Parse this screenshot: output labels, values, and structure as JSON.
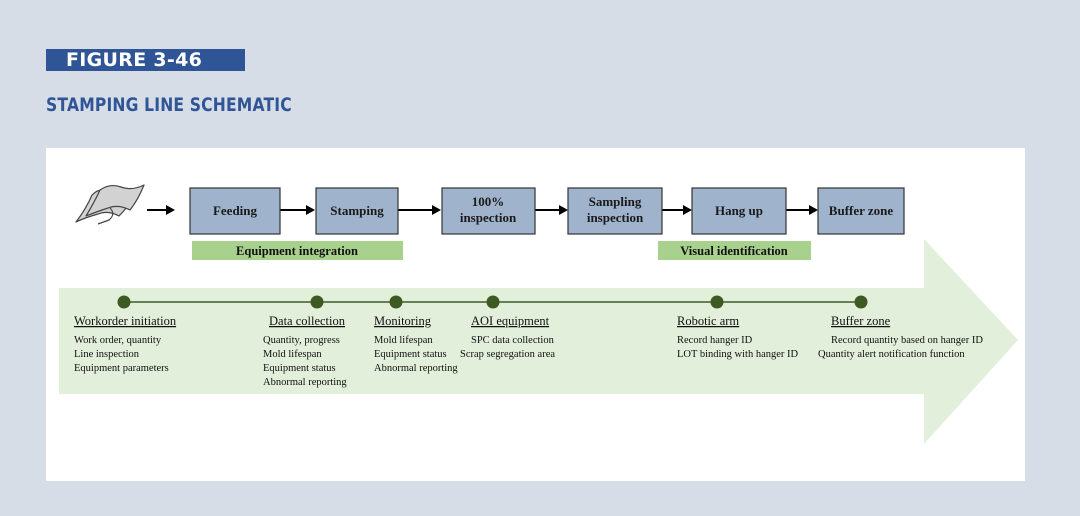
{
  "figure": {
    "tag": "FIGURE 3-46",
    "title": "STAMPING LINE SCHEMATIC"
  },
  "process_boxes": [
    {
      "label_lines": [
        "Feeding"
      ]
    },
    {
      "label_lines": [
        "Stamping"
      ]
    },
    {
      "label_lines": [
        "100%",
        "inspection"
      ]
    },
    {
      "label_lines": [
        "Sampling",
        "inspection"
      ]
    },
    {
      "label_lines": [
        "Hang up"
      ]
    },
    {
      "label_lines": [
        "Buffer zone"
      ]
    }
  ],
  "group_labels": {
    "equipment_integration": "Equipment integration",
    "visual_identification": "Visual identification"
  },
  "stages": [
    {
      "title": "Workorder initiation",
      "lines": [
        "Work order, quantity",
        "Line inspection",
        "Equipment parameters"
      ]
    },
    {
      "title": "Data collection",
      "lines": [
        "Quantity, progress",
        "Mold lifespan",
        "Equipment status",
        "Abnormal reporting"
      ]
    },
    {
      "title": "Monitoring",
      "lines": [
        "Mold lifespan",
        "Equipment status",
        "Abnormal reporting"
      ]
    },
    {
      "title": "AOI equipment",
      "lines": [
        "SPC data collection",
        "Scrap segregation area"
      ]
    },
    {
      "title": "Robotic arm",
      "lines": [
        "Record hanger ID",
        "LOT binding with hanger ID"
      ]
    },
    {
      "title": "Buffer zone",
      "lines": [
        "Record quantity based on hanger ID",
        "Quantity alert notification function"
      ]
    }
  ],
  "colors": {
    "background": "#d6dde7",
    "accent": "#2f5596",
    "box_fill": "#9fb3cc",
    "green_label": "#a9d18e",
    "arrow_fill": "#e2efda",
    "milestone": "#3e5a24"
  },
  "icons": {
    "input": "sheet-metal-icon"
  }
}
